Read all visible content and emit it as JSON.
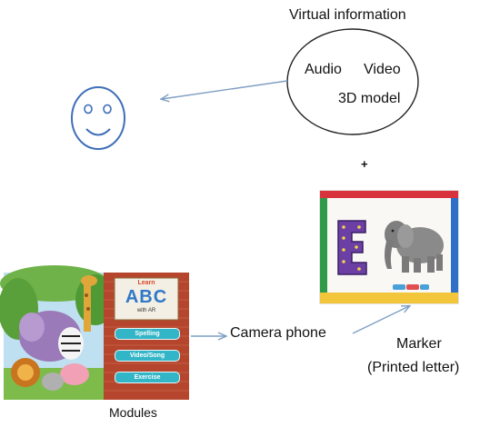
{
  "labels": {
    "virtual_information": "Virtual information",
    "audio": "Audio",
    "video": "Video",
    "model_3d": "3D model",
    "plus": "+",
    "camera_phone": "Camera phone",
    "marker": "Marker",
    "printed_letter": "(Printed letter)",
    "modules": "Modules"
  },
  "module_screen": {
    "logo_top": "Learn",
    "logo_main": "ABC",
    "logo_sub": "with AR",
    "buttons": [
      "Spelling",
      "Video/Song",
      "Exercise"
    ]
  },
  "marker_card": {
    "letter": "E"
  },
  "colors": {
    "arrow": "#7f9fc4",
    "ellipse_stroke": "#222222",
    "face_stroke": "#3f6fb8",
    "brick": "#b5452c",
    "panel_button": "#33b5c8"
  },
  "icons": [
    "smiley-face-icon",
    "elephant-icon",
    "zebra-icon",
    "giraffe-icon",
    "lion-icon"
  ]
}
